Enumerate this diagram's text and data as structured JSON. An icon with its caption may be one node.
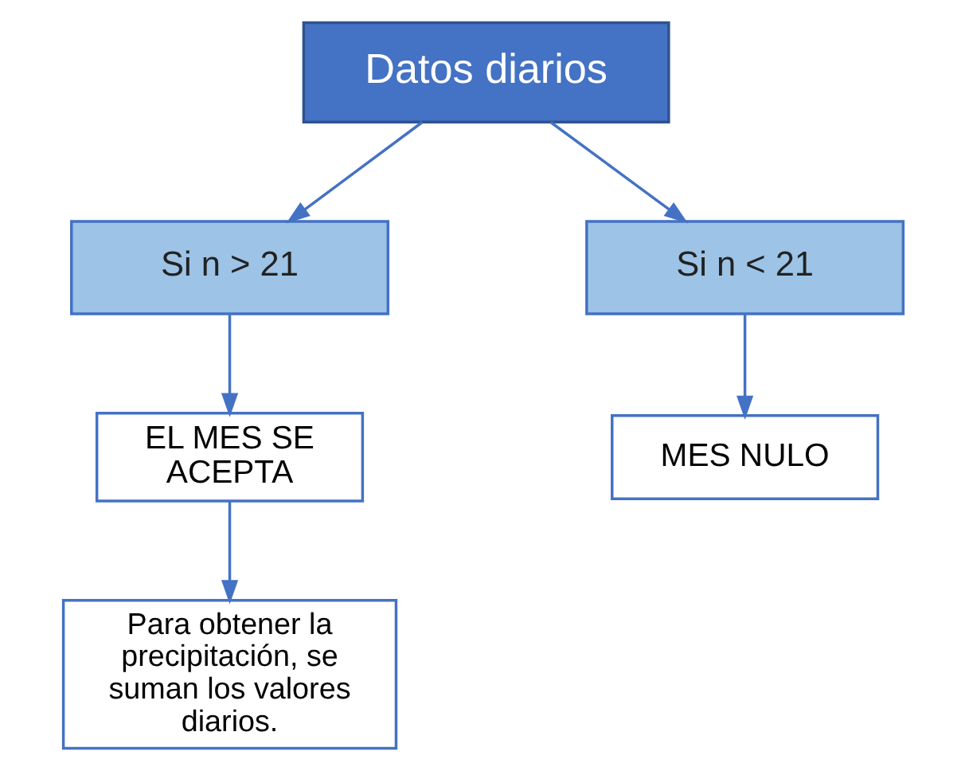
{
  "diagram": {
    "nodes": [
      {
        "text": [
          "Datos diarios"
        ]
      },
      {
        "text": [
          "Si n > 21"
        ]
      },
      {
        "text": [
          "Si n < 21"
        ]
      },
      {
        "text": [
          "EL MES SE ACEPTA"
        ]
      },
      {
        "text": [
          "MES NULO"
        ]
      },
      {
        "text": [
          "Para obtener la precipitación, se suman los valores diarios."
        ]
      }
    ],
    "edges": [
      {
        "from": 0,
        "to": 1,
        "arrow": "to"
      },
      {
        "from": 0,
        "to": 2,
        "arrow": "to"
      },
      {
        "from": 1,
        "to": 3,
        "arrow": "to"
      },
      {
        "from": 2,
        "to": 4,
        "arrow": "to"
      },
      {
        "from": 3,
        "to": 5,
        "arrow": "to"
      }
    ]
  }
}
